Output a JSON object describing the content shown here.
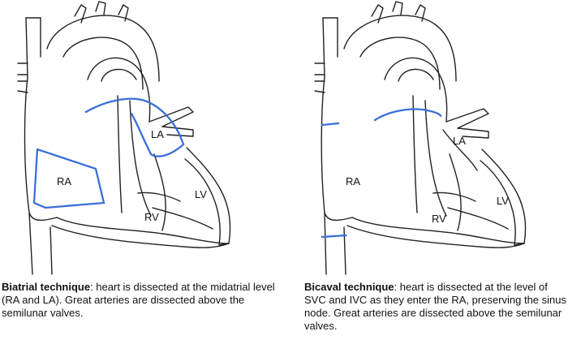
{
  "panels": [
    {
      "id": "biatrial",
      "labels": {
        "ra": "RA",
        "la": "LA",
        "lv": "LV",
        "rv": "RV"
      },
      "caption": {
        "title": "Biatrial technique",
        "text": ": heart is dissected at the midatrial level (RA and LA). Great arteries are dissected above the semilunar valves."
      }
    },
    {
      "id": "bicaval",
      "labels": {
        "ra": "RA",
        "la": "LA",
        "lv": "LV",
        "rv": "RV"
      },
      "caption": {
        "title": "Bicaval technique",
        "text": ": heart is dissected at the level of SVC and IVC as they enter the RA, preserving the sinus node. Great arteries are dissected above the semilunar valves."
      }
    }
  ],
  "colors": {
    "outline": "#222222",
    "incision": "#3a6fd8"
  }
}
